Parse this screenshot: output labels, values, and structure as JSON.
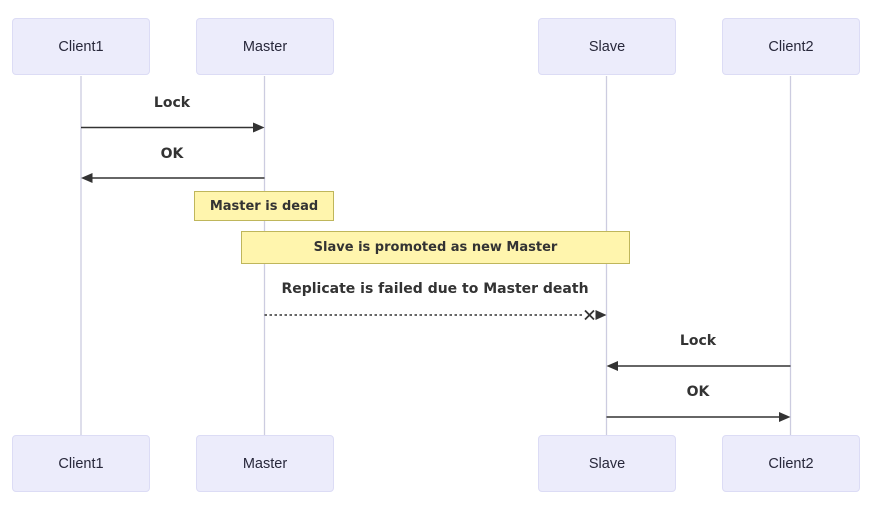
{
  "diagram": {
    "type": "sequence-diagram",
    "actors": [
      {
        "id": "client1",
        "label": "Client1"
      },
      {
        "id": "master",
        "label": "Master"
      },
      {
        "id": "slave",
        "label": "Slave"
      },
      {
        "id": "client2",
        "label": "Client2"
      }
    ],
    "messages": [
      {
        "from": "Client1",
        "to": "Master",
        "label": "Lock",
        "line": "solid",
        "end": "arrow"
      },
      {
        "from": "Master",
        "to": "Client1",
        "label": "OK",
        "line": "solid",
        "end": "arrow"
      },
      {
        "from": "Master",
        "to": "Slave",
        "label": "Replicate is failed due to Master death",
        "line": "dotted",
        "end": "cross-arrow"
      },
      {
        "from": "Client2",
        "to": "Slave",
        "label": "Lock",
        "line": "solid",
        "end": "arrow"
      },
      {
        "from": "Slave",
        "to": "Client2",
        "label": "OK",
        "line": "solid",
        "end": "arrow"
      }
    ],
    "notes": [
      {
        "over": [
          "Master"
        ],
        "text": "Master is dead"
      },
      {
        "over": [
          "Master",
          "Slave"
        ],
        "text": "Slave is promoted as new Master"
      }
    ],
    "colors": {
      "actor_fill": "#ECECFB",
      "actor_border": "#DCDCF5",
      "note_fill": "#FFF5AD",
      "note_border": "#BFB65B",
      "message_line": "#333333",
      "lifeline": "#CCCCE0",
      "background": "#FFFFFF"
    }
  }
}
